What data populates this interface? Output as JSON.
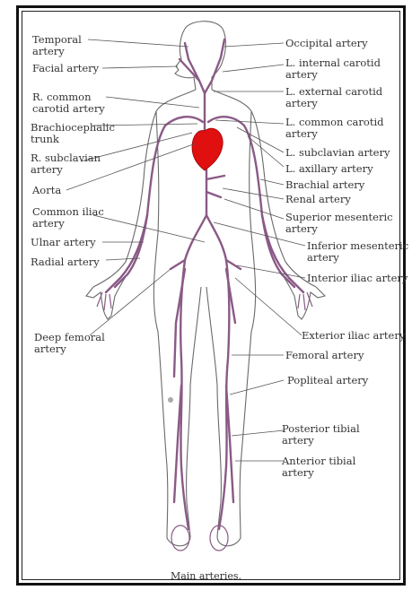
{
  "caption": "Main arteries.",
  "colors": {
    "artery": "#8a5a86",
    "heart": "#e01010",
    "outline": "#6a6a6a",
    "leader": "#555555"
  },
  "labels": {
    "temporal": "Temporal\nartery",
    "facial": "Facial artery",
    "r_common_carotid": "R. common\ncarotid artery",
    "brachiocephalic": "Brachiocephalic\ntrunk",
    "r_subclavian": "R. subclavian\nartery",
    "aorta": "Aorta",
    "common_iliac": "Common iliac\nartery",
    "ulnar": "Ulnar artery",
    "radial": "Radial artery",
    "deep_femoral": "Deep femoral\nartery",
    "occipital": "Occipital artery",
    "l_internal_carotid": "L. internal carotid\nartery",
    "l_external_carotid": "L. external carotid\nartery",
    "l_common_carotid": "L. common carotid\nartery",
    "l_subclavian": "L. subclavian artery",
    "l_axillary": "L. axillary artery",
    "brachial": "Brachial artery",
    "renal": "Renal artery",
    "superior_mesenteric": "Superior mesenteric\nartery",
    "inferior_mesenteric": "Inferior mesenteric\nartery",
    "interior_iliac": "Interior iliac artery",
    "exterior_iliac": "Exterior iliac artery",
    "femoral": "Femoral artery",
    "popliteal": "Popliteal artery",
    "posterior_tibial": "Posterior tibial\nartery",
    "anterior_tibial": "Anterior tibial\nartery"
  }
}
